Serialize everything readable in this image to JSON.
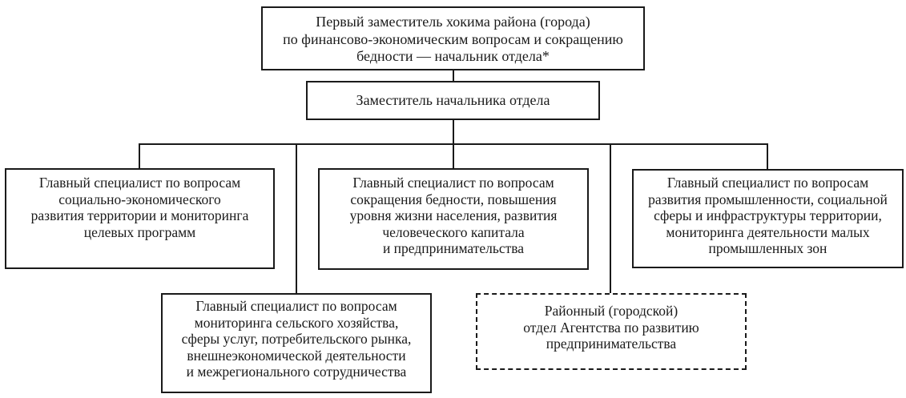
{
  "diagram": {
    "type": "org-chart",
    "nodes": {
      "head": {
        "lines": [
          "Первый заместитель хокима района (города)",
          "по финансово-экономическим вопросам и сокращению",
          "бедности — начальник отдела*"
        ]
      },
      "deputy": {
        "lines": [
          "Заместитель начальника отдела"
        ]
      },
      "spec_socio_economic": {
        "lines": [
          "Главный специалист по вопросам",
          "социально-экономического",
          "развития территории и мониторинга",
          "целевых программ"
        ]
      },
      "spec_poverty": {
        "lines": [
          "Главный специалист по вопросам",
          "сокращения бедности, повышения",
          "уровня жизни населения, развития",
          "человеческого капитала",
          "и предпринимательства"
        ]
      },
      "spec_industry": {
        "lines": [
          "Главный специалист по вопросам",
          "развития промышленности, социальной",
          "сферы и инфраструктуры территории,",
          "мониторинга деятельности малых",
          "промышленных зон"
        ]
      },
      "spec_agriculture": {
        "lines": [
          "Главный специалист по вопросам",
          "мониторинга сельского хозяйства,",
          "сферы услуг, потребительского рынка,",
          "внешнеэкономической деятельности",
          "и межрегионального сотрудничества"
        ]
      },
      "agency_office": {
        "style": "dashed",
        "lines": [
          "Районный (городской)",
          "отдел Агентства по развитию",
          "предпринимательства"
        ]
      }
    },
    "edges": [
      [
        "head",
        "deputy"
      ],
      [
        "deputy",
        "spec_socio_economic"
      ],
      [
        "deputy",
        "spec_poverty"
      ],
      [
        "deputy",
        "spec_industry"
      ],
      [
        "deputy",
        "spec_agriculture"
      ],
      [
        "deputy",
        "agency_office"
      ]
    ]
  }
}
